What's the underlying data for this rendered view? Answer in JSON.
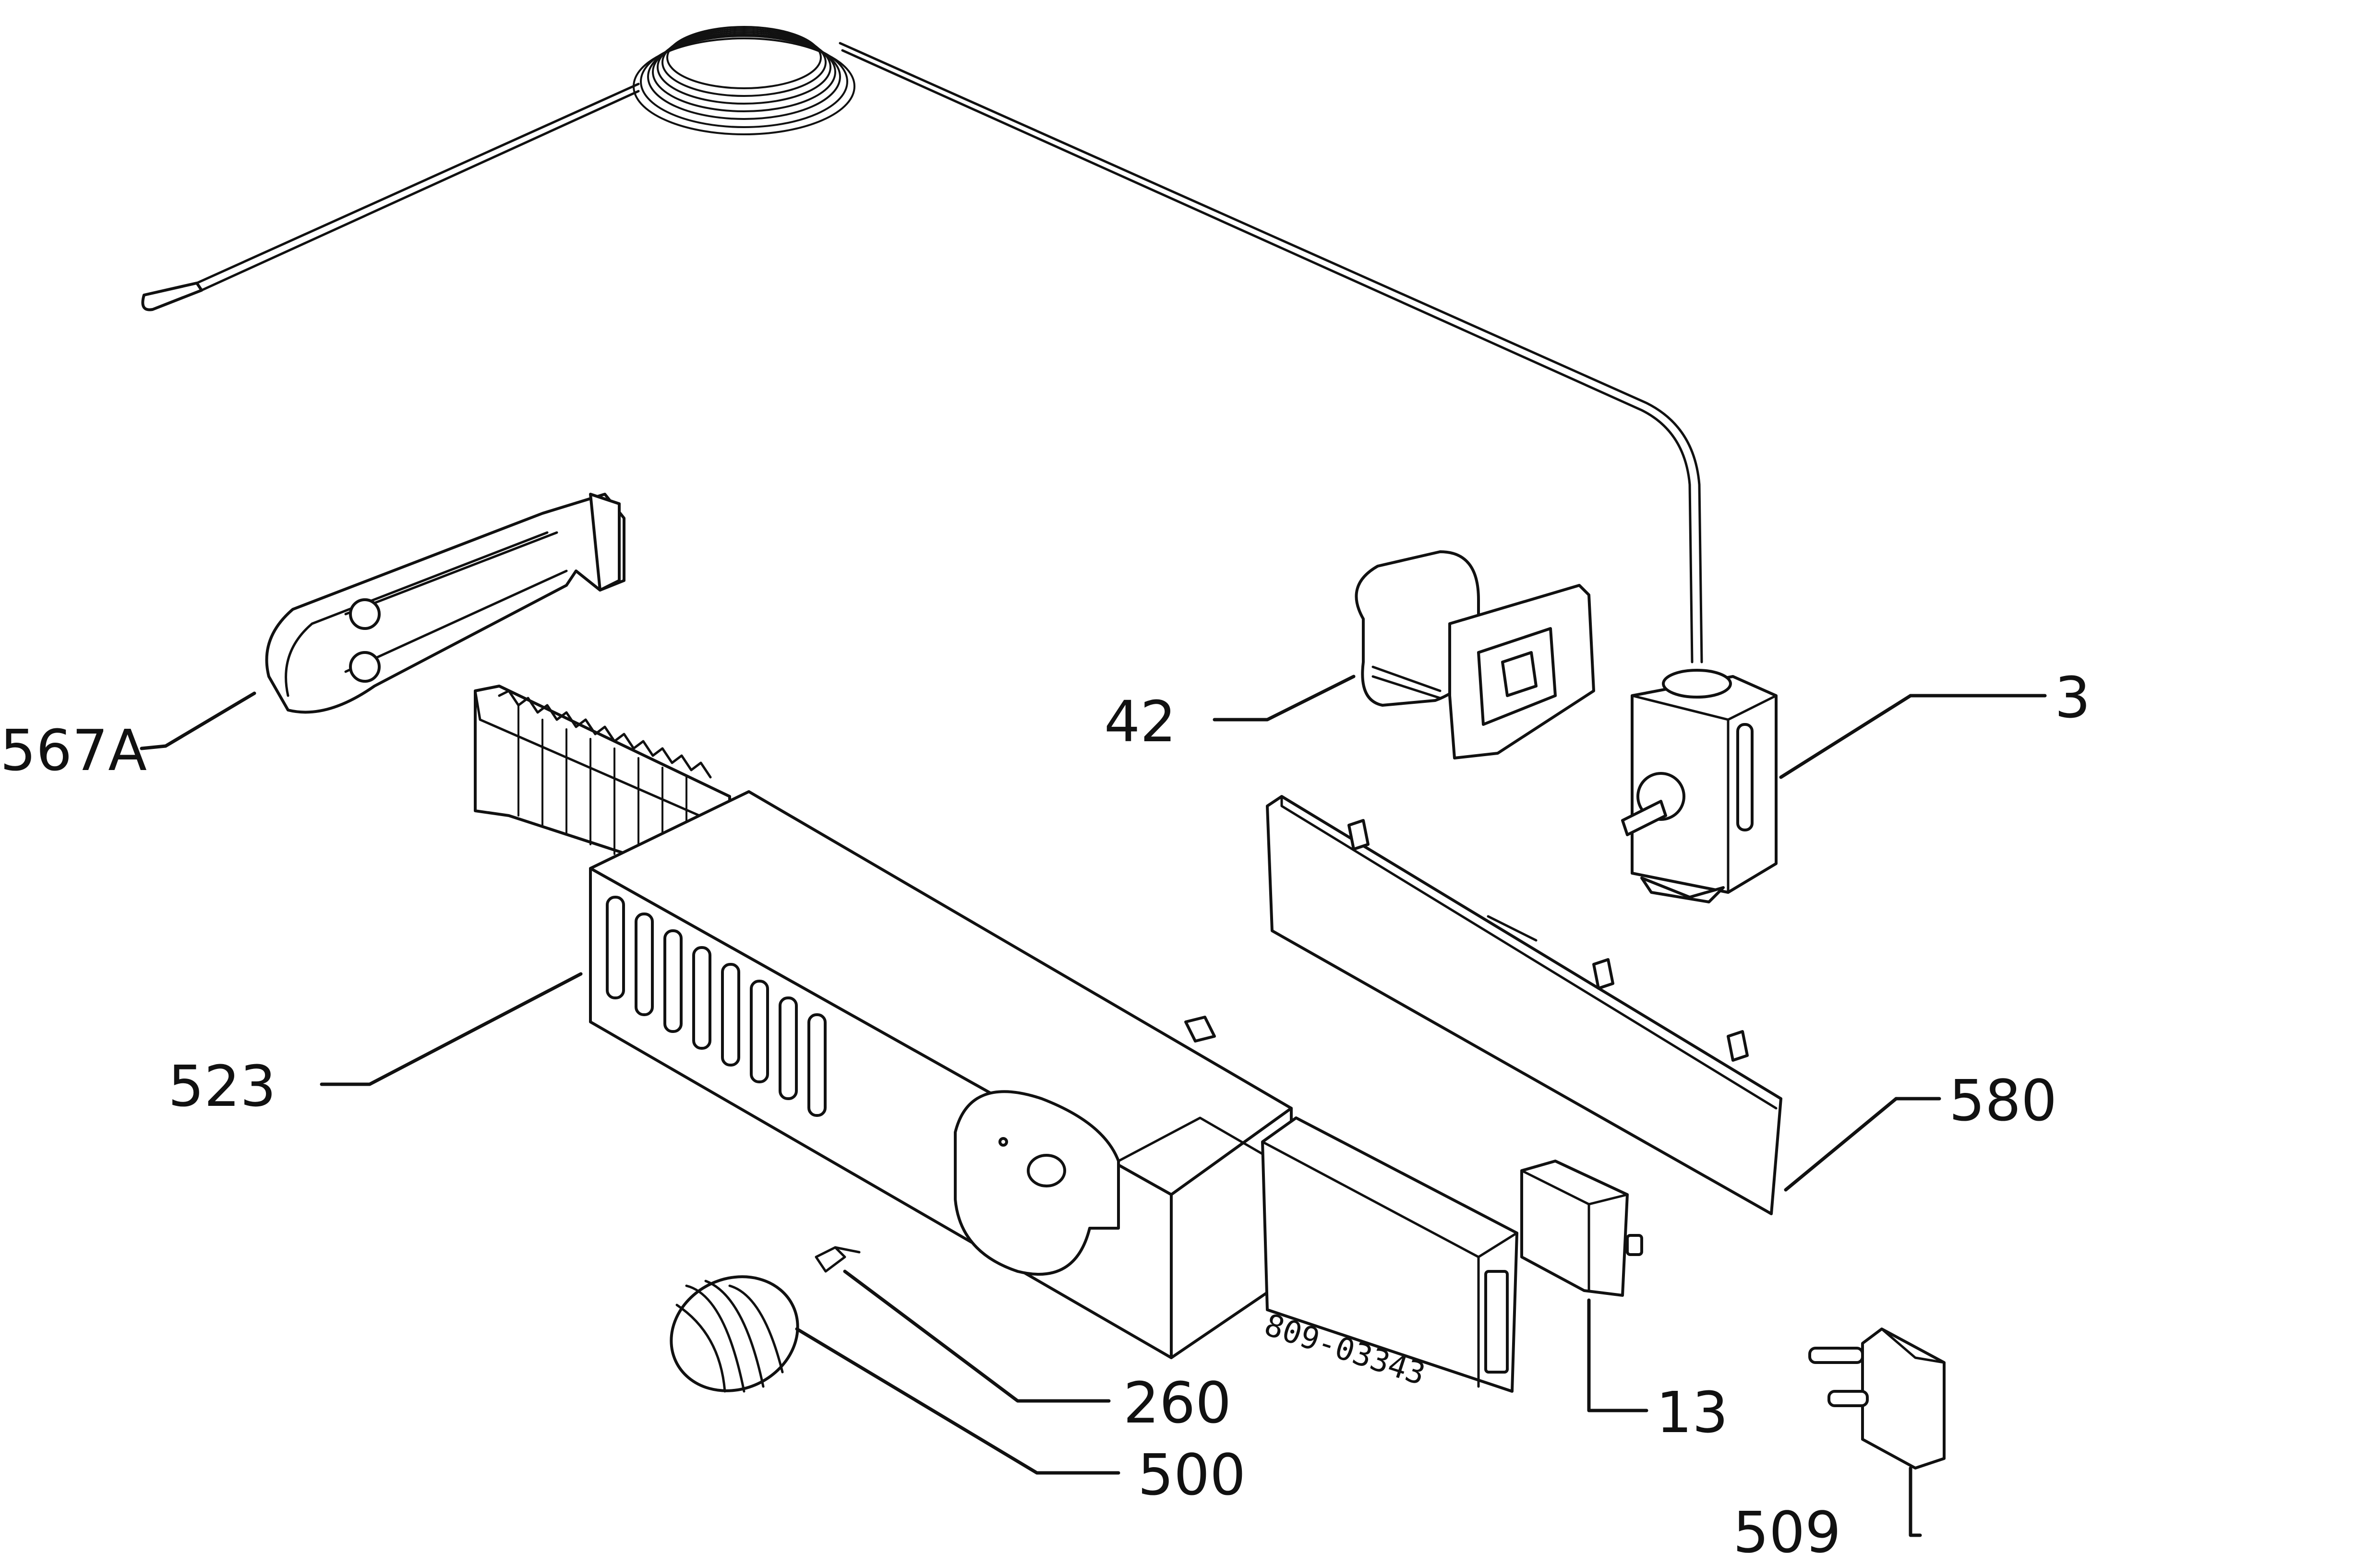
{
  "labels": {
    "p567a": "567A",
    "p42": "42",
    "p3": "3",
    "p523": "523",
    "p580": "580",
    "p260": "260",
    "p500": "500",
    "p13": "13",
    "p509": "509"
  },
  "stamp_code": "809-03343",
  "colors": {
    "ink": "#111111",
    "paper": "#ffffff"
  }
}
